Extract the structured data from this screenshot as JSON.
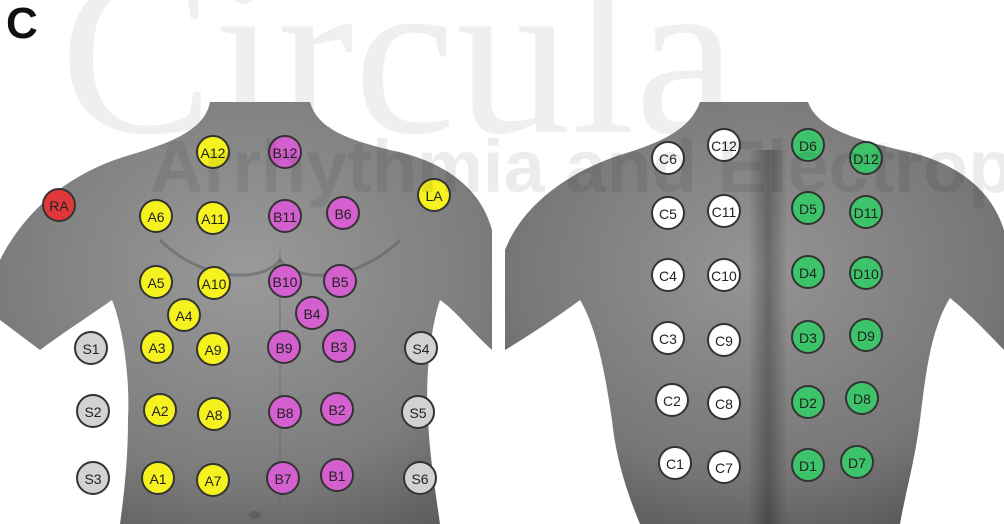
{
  "panel_label": "C",
  "watermark_main": "Circula",
  "watermark_sub": "Arrhythmia and Electrop",
  "colors": {
    "red": "#e0373a",
    "yellow": "#f5f21f",
    "magenta": "#d460cf",
    "gray": "#d2d2d2",
    "white": "#ffffff",
    "green": "#3dc46a"
  },
  "front_electrodes": [
    {
      "label": "RA",
      "color": "red"
    },
    {
      "label": "LA",
      "color": "yellow"
    },
    {
      "label": "A12",
      "color": "yellow"
    },
    {
      "label": "A6",
      "color": "yellow"
    },
    {
      "label": "A11",
      "color": "yellow"
    },
    {
      "label": "A5",
      "color": "yellow"
    },
    {
      "label": "A10",
      "color": "yellow"
    },
    {
      "label": "A4",
      "color": "yellow"
    },
    {
      "label": "A3",
      "color": "yellow"
    },
    {
      "label": "A9",
      "color": "yellow"
    },
    {
      "label": "A2",
      "color": "yellow"
    },
    {
      "label": "A8",
      "color": "yellow"
    },
    {
      "label": "A1",
      "color": "yellow"
    },
    {
      "label": "A7",
      "color": "yellow"
    },
    {
      "label": "B12",
      "color": "magenta"
    },
    {
      "label": "B11",
      "color": "magenta"
    },
    {
      "label": "B6",
      "color": "magenta"
    },
    {
      "label": "B10",
      "color": "magenta"
    },
    {
      "label": "B5",
      "color": "magenta"
    },
    {
      "label": "B4",
      "color": "magenta"
    },
    {
      "label": "B9",
      "color": "magenta"
    },
    {
      "label": "B3",
      "color": "magenta"
    },
    {
      "label": "B8",
      "color": "magenta"
    },
    {
      "label": "B2",
      "color": "magenta"
    },
    {
      "label": "B7",
      "color": "magenta"
    },
    {
      "label": "B1",
      "color": "magenta"
    },
    {
      "label": "S1",
      "color": "gray"
    },
    {
      "label": "S2",
      "color": "gray"
    },
    {
      "label": "S3",
      "color": "gray"
    },
    {
      "label": "S4",
      "color": "gray"
    },
    {
      "label": "S5",
      "color": "gray"
    },
    {
      "label": "S6",
      "color": "gray"
    }
  ],
  "back_electrodes": [
    {
      "label": "C6",
      "color": "white"
    },
    {
      "label": "C12",
      "color": "white"
    },
    {
      "label": "C5",
      "color": "white"
    },
    {
      "label": "C11",
      "color": "white"
    },
    {
      "label": "C4",
      "color": "white"
    },
    {
      "label": "C10",
      "color": "white"
    },
    {
      "label": "C3",
      "color": "white"
    },
    {
      "label": "C9",
      "color": "white"
    },
    {
      "label": "C2",
      "color": "white"
    },
    {
      "label": "C8",
      "color": "white"
    },
    {
      "label": "C1",
      "color": "white"
    },
    {
      "label": "C7",
      "color": "white"
    },
    {
      "label": "D6",
      "color": "green"
    },
    {
      "label": "D12",
      "color": "green"
    },
    {
      "label": "D5",
      "color": "green"
    },
    {
      "label": "D11",
      "color": "green"
    },
    {
      "label": "D4",
      "color": "green"
    },
    {
      "label": "D10",
      "color": "green"
    },
    {
      "label": "D3",
      "color": "green"
    },
    {
      "label": "D9",
      "color": "green"
    },
    {
      "label": "D2",
      "color": "green"
    },
    {
      "label": "D8",
      "color": "green"
    },
    {
      "label": "D1",
      "color": "green"
    },
    {
      "label": "D7",
      "color": "green"
    }
  ]
}
